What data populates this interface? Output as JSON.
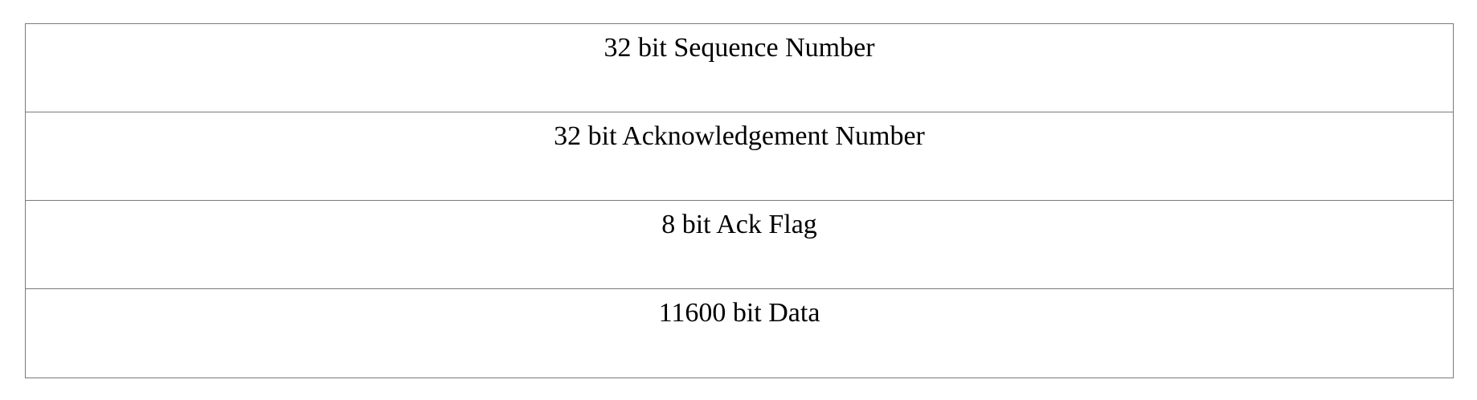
{
  "packet_fields": [
    {
      "label": "32 bit Sequence Number"
    },
    {
      "label": "32 bit Acknowledgement Number"
    },
    {
      "label": "8 bit Ack Flag"
    },
    {
      "label": "11600 bit Data"
    }
  ],
  "colors": {
    "border": "#7a7a7a",
    "text": "#000000",
    "background": "#ffffff"
  }
}
